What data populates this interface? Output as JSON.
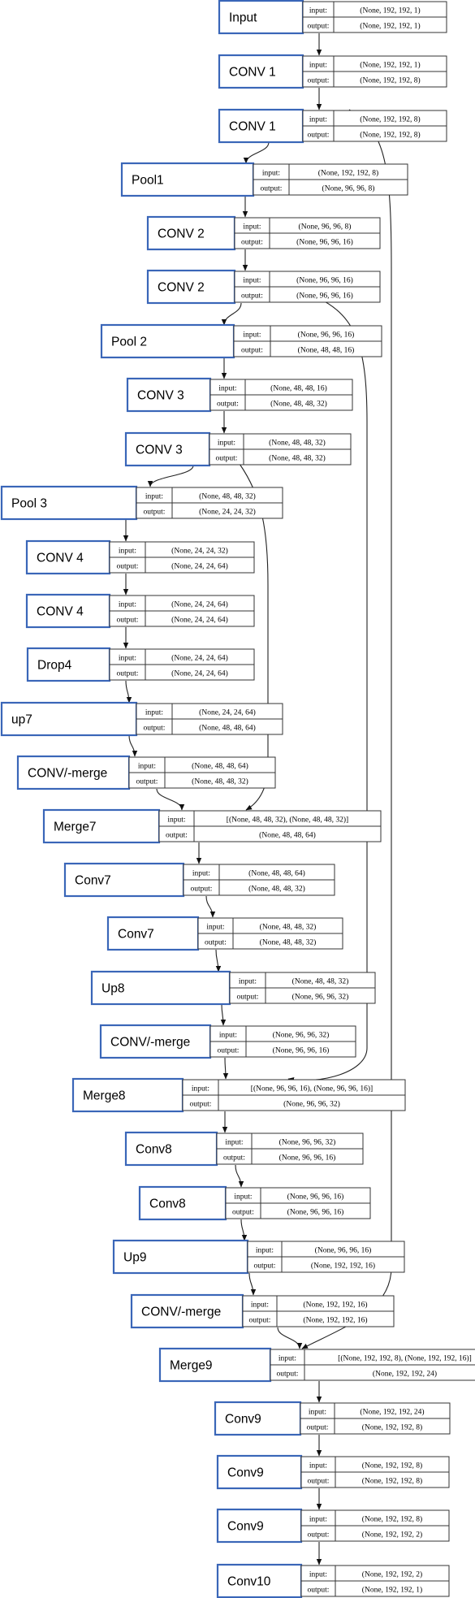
{
  "layers": [
    {
      "name": "Input",
      "input": "(None, 192, 192, 1)",
      "output": "(None, 192, 192, 1)"
    },
    {
      "name": "CONV 1",
      "input": "(None, 192, 192, 1)",
      "output": "(None, 192, 192, 8)"
    },
    {
      "name": "CONV 1",
      "input": "(None, 192, 192, 8)",
      "output": "(None, 192, 192, 8)"
    },
    {
      "name": "Pool1",
      "input": "(None, 192, 192, 8)",
      "output": "(None, 96, 96, 8)"
    },
    {
      "name": "CONV 2",
      "input": "(None, 96, 96, 8)",
      "output": "(None, 96, 96, 16)"
    },
    {
      "name": "CONV 2",
      "input": "(None, 96, 96, 16)",
      "output": "(None, 96, 96, 16)"
    },
    {
      "name": "Pool 2",
      "input": "(None, 96, 96, 16)",
      "output": "(None, 48, 48, 16)"
    },
    {
      "name": "CONV 3",
      "input": "(None, 48, 48, 16)",
      "output": "(None, 48, 48, 32)"
    },
    {
      "name": "CONV 3",
      "input": "(None, 48, 48, 32)",
      "output": "(None, 48, 48, 32)"
    },
    {
      "name": "Pool 3",
      "input": "(None, 48, 48, 32)",
      "output": "(None, 24, 24, 32)"
    },
    {
      "name": "CONV 4",
      "input": "(None, 24, 24, 32)",
      "output": "(None, 24, 24, 64)"
    },
    {
      "name": "CONV 4",
      "input": "(None, 24, 24, 64)",
      "output": "(None, 24, 24, 64)"
    },
    {
      "name": "Drop4",
      "input": "(None, 24, 24, 64)",
      "output": "(None, 24, 24, 64)"
    },
    {
      "name": "up7",
      "input": "(None, 24, 24, 64)",
      "output": "(None, 48, 48, 64)"
    },
    {
      "name": "CONV/-merge",
      "input": "(None, 48, 48, 64)",
      "output": "(None, 48, 48, 32)"
    },
    {
      "name": "Merge7",
      "input": "[(None, 48, 48, 32), (None, 48, 48, 32)]",
      "output": "(None, 48, 48, 64)"
    },
    {
      "name": "Conv7",
      "input": "(None, 48, 48, 64)",
      "output": "(None, 48, 48, 32)"
    },
    {
      "name": "Conv7",
      "input": "(None, 48, 48, 32)",
      "output": "(None, 48, 48, 32)"
    },
    {
      "name": "Up8",
      "input": "(None, 48, 48, 32)",
      "output": "(None, 96, 96, 32)"
    },
    {
      "name": "CONV/-merge",
      "input": "(None, 96, 96, 32)",
      "output": "(None, 96, 96, 16)"
    },
    {
      "name": "Merge8",
      "input": "[(None, 96, 96, 16), (None, 96, 96, 16)]",
      "output": "(None, 96, 96, 32)"
    },
    {
      "name": "Conv8",
      "input": "(None, 96, 96, 32)",
      "output": "(None, 96, 96, 16)"
    },
    {
      "name": "Conv8",
      "input": "(None, 96, 96, 16)",
      "output": "(None, 96, 96, 16)"
    },
    {
      "name": "Up9",
      "input": "(None, 96, 96, 16)",
      "output": "(None, 192, 192, 16)"
    },
    {
      "name": "CONV/-merge",
      "input": "(None, 192, 192, 16)",
      "output": "(None, 192, 192, 16)"
    },
    {
      "name": "Merge9",
      "input": "[(None, 192, 192, 8), (None, 192, 192, 16)]",
      "output": "(None, 192, 192, 24)"
    },
    {
      "name": "Conv9",
      "input": "(None, 192, 192, 24)",
      "output": "(None, 192, 192, 8)"
    },
    {
      "name": "Conv9",
      "input": "(None, 192, 192, 8)",
      "output": "(None, 192, 192, 8)"
    },
    {
      "name": "Conv9",
      "input": "(None, 192, 192, 8)",
      "output": "(None, 192, 192, 2)"
    },
    {
      "name": "Conv10",
      "input": "(None, 192, 192, 2)",
      "output": "(None, 192, 192, 1)"
    }
  ],
  "labels": {
    "input": "input:",
    "output": "output:"
  },
  "colors": {
    "node_border": "#3a66b8",
    "table_border": "#333333",
    "edge": "#222222"
  }
}
